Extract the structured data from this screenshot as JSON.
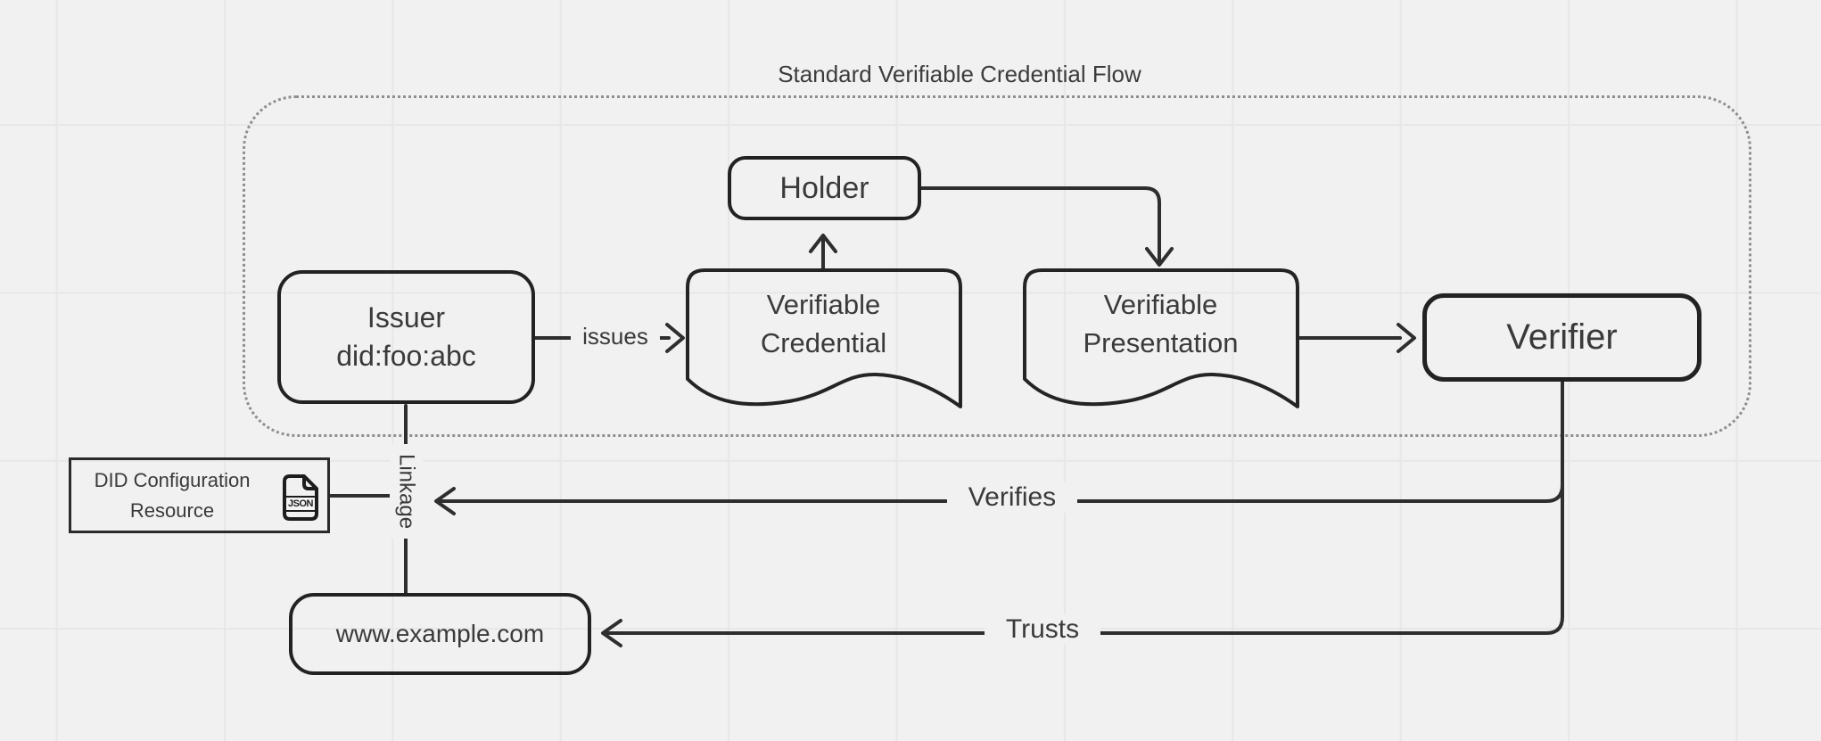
{
  "diagram": {
    "title": "Standard Verifiable Credential Flow",
    "nodes": {
      "holder": {
        "label": "Holder"
      },
      "issuer": {
        "line1": "Issuer",
        "line2": "did:foo:abc"
      },
      "verifiable_credential": {
        "line1": "Verifiable",
        "line2": "Credential"
      },
      "verifiable_presentation": {
        "line1": "Verifiable",
        "line2": "Presentation"
      },
      "verifier": {
        "label": "Verifier"
      },
      "did_configuration": {
        "line1": "DID Configuration",
        "line2": "Resource",
        "file_icon_label": "JSON"
      },
      "website": {
        "label": "www.example.com"
      }
    },
    "edges": {
      "issues_label": "issues",
      "linkage_label": "Linkage",
      "verifies_label": "Verifies",
      "trusts_label": "Trusts"
    },
    "colors": {
      "background": "#f1f1f1",
      "grid_line": "#e7e7e7",
      "stroke": "#2e2e2e",
      "boundary_border": "#8f8f8f"
    }
  }
}
